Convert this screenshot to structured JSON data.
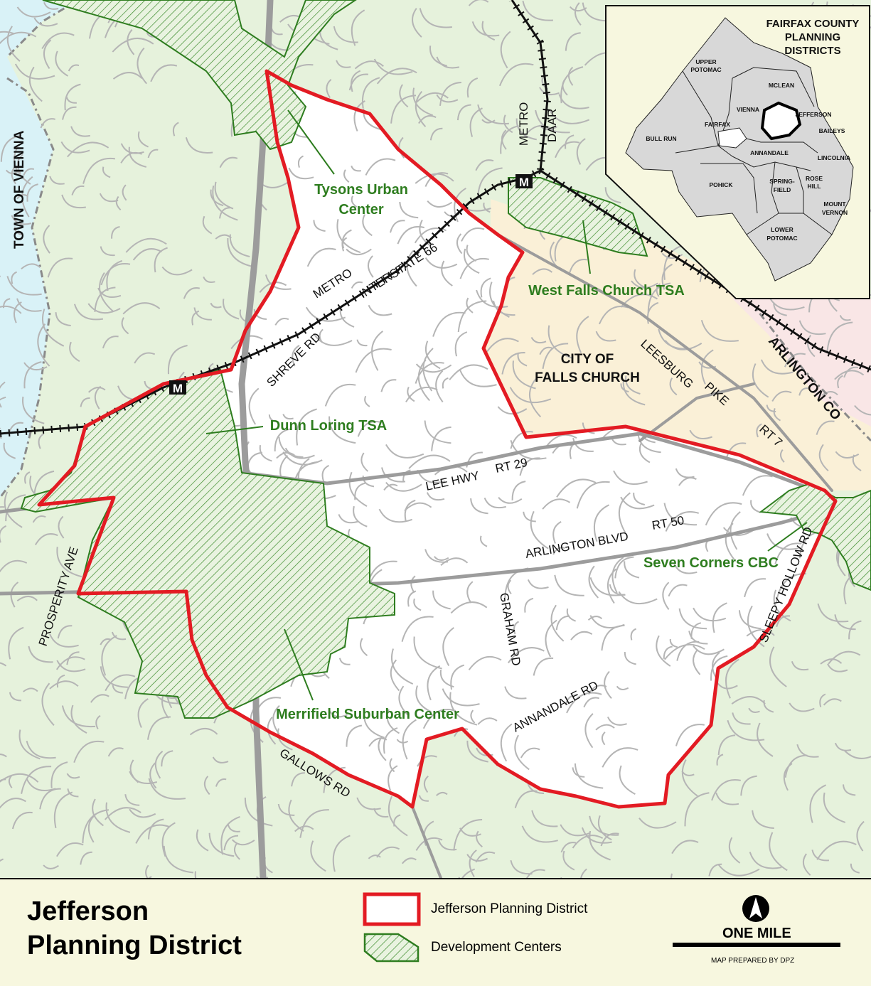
{
  "title": {
    "line1": "Jefferson",
    "line2": "Planning District"
  },
  "legend": {
    "district_label": "Jefferson Planning District",
    "centers_label": "Development Centers"
  },
  "scale": {
    "label": "ONE MILE",
    "credit": "MAP PREPARED BY DPZ"
  },
  "colors": {
    "district_outline": "#e31b23",
    "center_outline": "#2e7d1f",
    "center_hatch": "#3a8a2a",
    "background": "#e6f2dc",
    "district_fill": "#ffffff",
    "falls_church": "#faf0d7",
    "vienna": "#d9f2f7",
    "arlington": "#f9e6e6",
    "roads": "#a8a8a8",
    "legend_bg": "#f7f7df"
  },
  "labels": {
    "town_of_vienna": "TOWN OF VIENNA",
    "tysons": [
      "Tysons Urban",
      "Center"
    ],
    "west_falls_church": "West Falls Church TSA",
    "dunn_loring": "Dunn Loring TSA",
    "merrifield": "Merrifield Suburban Center",
    "seven_corners": "Seven Corners CBC",
    "city_falls_church": [
      "CITY OF",
      "FALLS CHURCH"
    ],
    "arlington_co": "ARLINGTON CO",
    "metro_1": "METRO",
    "interstate_66": "INTERSTATE 66",
    "metro_daar": [
      "METRO",
      "DAAR"
    ],
    "shreve_rd": "SHREVE RD",
    "lee_hwy": "LEE HWY",
    "rt_29": "RT 29",
    "arlington_blvd": "ARLINGTON BLVD",
    "rt_50": "RT 50",
    "leesburg_pike": [
      "LEESBURG",
      "PIKE"
    ],
    "rt_7": "RT 7",
    "prosperity_ave": "PROSPERITY AVE",
    "graham_rd": "GRAHAM RD",
    "annandale_rd": "ANNANDALE RD",
    "gallows_rd": "GALLOWS RD",
    "sleepy_hollow_rd": "SLEEPY HOLLOW RD",
    "metro_station": "M"
  },
  "inset": {
    "title": [
      "FAIRFAX COUNTY",
      "PLANNING",
      "DISTRICTS"
    ],
    "districts": {
      "upper_potomac": [
        "UPPER",
        "POTOMAC"
      ],
      "mclean": "MCLEAN",
      "vienna": "VIENNA",
      "jefferson": "JEFFERSON",
      "baileys": "BAILEYS",
      "fairfax": "FAIRFAX",
      "bull_run": "BULL RUN",
      "annandale": "ANNANDALE",
      "lincolnia": "LINCOLNIA",
      "pohick": "POHICK",
      "springfield": [
        "SPRING-",
        "FIELD"
      ],
      "rose_hill": [
        "ROSE",
        "HILL"
      ],
      "mount_vernon": [
        "MOUNT",
        "VERNON"
      ],
      "lower_potomac": [
        "LOWER",
        "POTOMAC"
      ]
    }
  }
}
